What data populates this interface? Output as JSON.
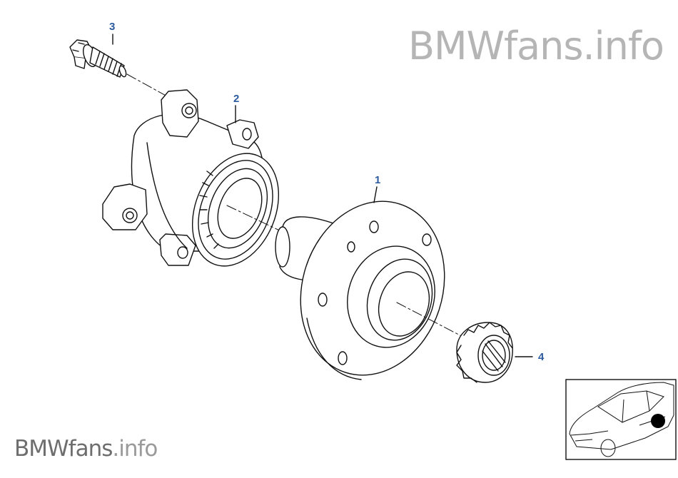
{
  "watermark": {
    "brand": "BMWfans",
    "suffix": ".info"
  },
  "callouts": {
    "hub": "1",
    "bearing": "2",
    "bolt": "3",
    "nut": "4"
  },
  "colors": {
    "callout": "#2c5aa0",
    "line": "#111111",
    "watermark": "#b5b5b5"
  }
}
